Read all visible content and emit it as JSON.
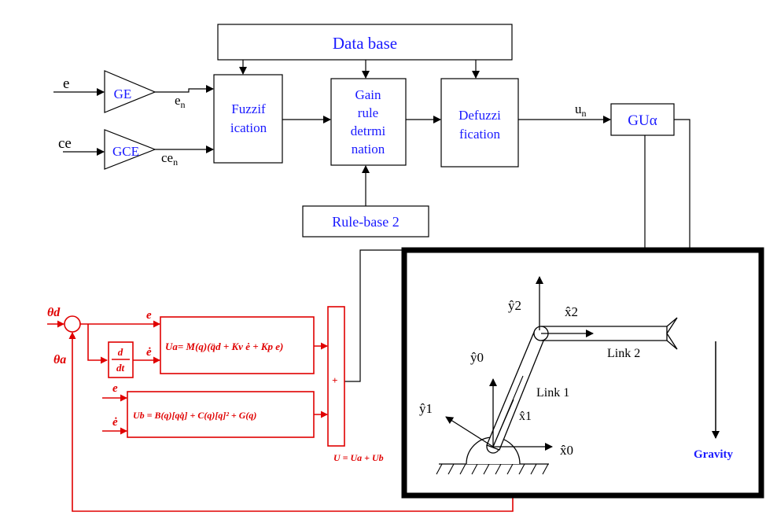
{
  "fuzzy": {
    "database": "Data base",
    "ge": "GE",
    "gce": "GCE",
    "in_e": "e",
    "in_ce": "ce",
    "en": "e",
    "en_sub": "n",
    "cen": "ce",
    "cen_sub": "n",
    "fuzz1": "Fuzzif",
    "fuzz2": "ication",
    "gain1": "Gain",
    "gain2": "rule",
    "gain3": "detrmi",
    "gain4": "nation",
    "defuzz1": "Defuzzi",
    "defuzz2": "fication",
    "un": "u",
    "un_sub": "n",
    "gu": "GUα",
    "rulebase": "Rule-base 2"
  },
  "control": {
    "theta_d": "θd",
    "theta_a": "θa",
    "e_top": "e",
    "edot_top": "ė",
    "d_num": "d",
    "d_den": "dt",
    "ua_eq": "Ua= M(q)(q̈d + Kv ė + Kp e)",
    "e_bot": "e",
    "edot_bot": "ė",
    "ub_eq": "Ub = B(q)[qq̇] + C(q)[q]² + G(q)",
    "plus": "+",
    "sum_eq": "U = Ua + Ub",
    "minus": "−"
  },
  "robot": {
    "y2": "ŷ2",
    "x2": "x̂2",
    "link2": "Link 2",
    "y0": "ŷ0",
    "link1": "Link 1",
    "y1": "ŷ1",
    "x1": "x̂1",
    "x0": "x̂0",
    "gravity": "Gravity"
  },
  "colors": {
    "fuzzy_text": "#1a1aff",
    "control": "#e00000",
    "frame": "#000000"
  }
}
